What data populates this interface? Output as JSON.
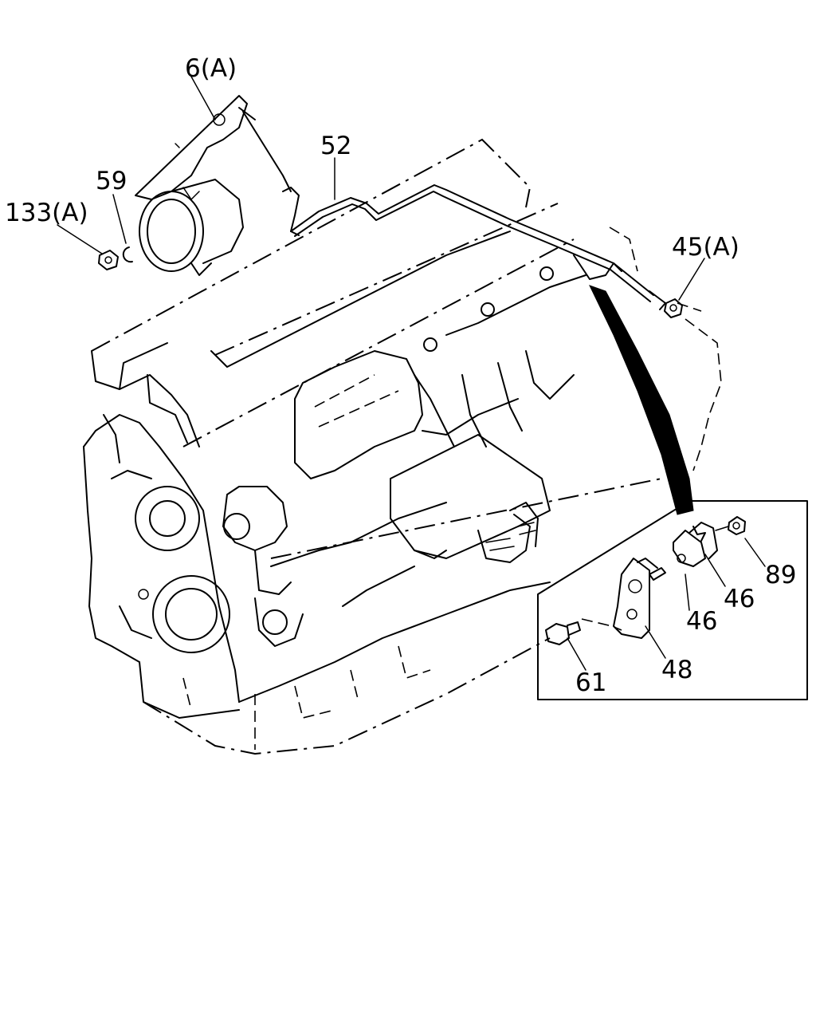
{
  "callouts": {
    "c6a": "6(A)",
    "c52": "52",
    "c59": "59",
    "c133a": "133(A)",
    "c45a": "45(A)",
    "c89": "89",
    "c46a": "46",
    "c46b": "46",
    "c48": "48",
    "c61": "61"
  }
}
